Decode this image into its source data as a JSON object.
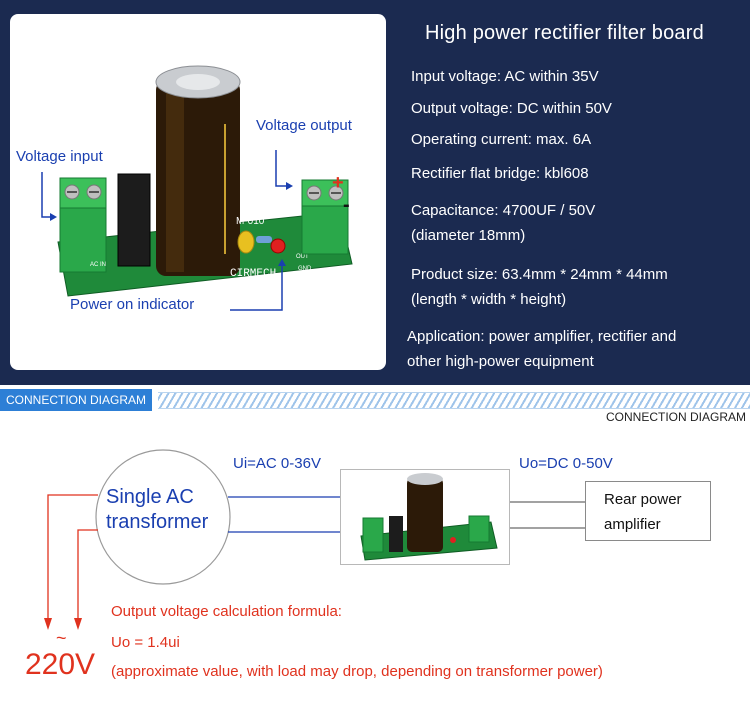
{
  "product": {
    "callouts": {
      "voltage_input": "Voltage input",
      "voltage_output": "Voltage output",
      "power_indicator": "Power on indicator",
      "plus": "+",
      "minus": "-"
    },
    "board_markings": {
      "model": "M-010",
      "brand": "CIRMECH",
      "ac_in": "AC IN",
      "out": "OUT",
      "gnd": "GND"
    }
  },
  "specs": {
    "title": "High power rectifier filter board",
    "lines": [
      "Input voltage: AC within 35V",
      "Output voltage: DC within 50V",
      "Operating current: max. 6A",
      "Rectifier flat bridge: kbl608",
      "Capacitance: 4700UF / 50V",
      "(diameter 18mm)",
      "Product size: 63.4mm * 24mm * 44mm",
      "(length * width * height)",
      "Application: power amplifier, rectifier and",
      "other high-power equipment"
    ]
  },
  "diagram": {
    "tab_label": "CONNECTION DIAGRAM",
    "subtitle": "CONNECTION DIAGRAM",
    "transformer_line1": "Single AC",
    "transformer_line2": "transformer",
    "ui_label": "Ui=AC 0-36V",
    "uo_label": "Uo=DC 0-50V",
    "rear_line1": "Rear power",
    "rear_line2": "amplifier",
    "tilde": "~",
    "mains": "220V",
    "formula_title": "Output voltage calculation formula:",
    "formula": "Uo = 1.4ui",
    "formula_note": "(approximate value, with load may drop, depending on transformer power)"
  },
  "colors": {
    "banner_bg": "#1b2a50",
    "callout_blue": "#1a3fb0",
    "accent_red": "#e0321e",
    "tab_blue": "#2d7fd6",
    "pcb_green": "#1f8a3a"
  }
}
